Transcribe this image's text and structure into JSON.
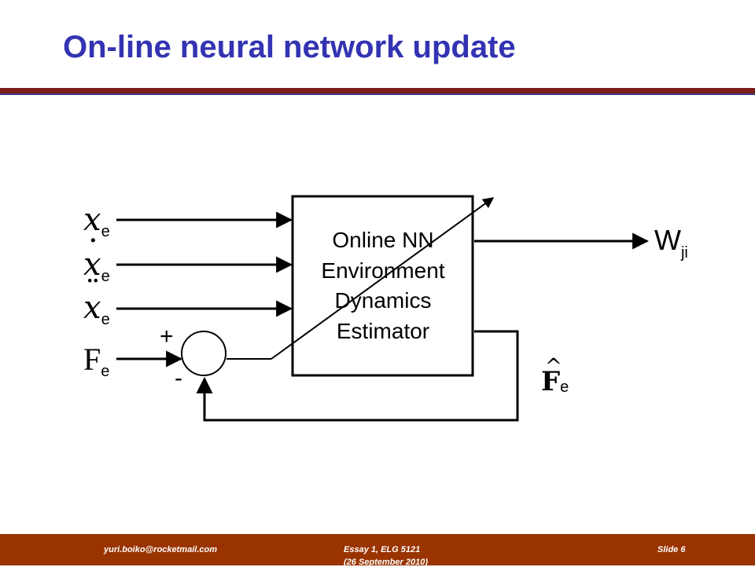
{
  "slide": {
    "title": "On-line neural network update"
  },
  "diagram": {
    "block_lines": [
      "Online NN",
      "Environment",
      "Dynamics",
      "Estimator"
    ],
    "inputs": [
      {
        "symbol": "x",
        "accent": "",
        "subscript": "e"
      },
      {
        "symbol": "x",
        "accent": "·",
        "subscript": "e"
      },
      {
        "symbol": "x",
        "accent": "¨",
        "subscript": "e"
      }
    ],
    "force_input": {
      "symbol": "F",
      "subscript": "e"
    },
    "plus_sign": "+",
    "minus_sign": "-",
    "output": {
      "symbol": "W",
      "subscript": "ji"
    },
    "feedback": {
      "symbol": "F",
      "accent": "^",
      "subscript": "e"
    }
  },
  "footer": {
    "email": "yuri.boiko@rocketmail.com",
    "essay": "Essay 1,  ELG 5121",
    "date": "(26 September 2010)",
    "slide": "Slide 6"
  }
}
